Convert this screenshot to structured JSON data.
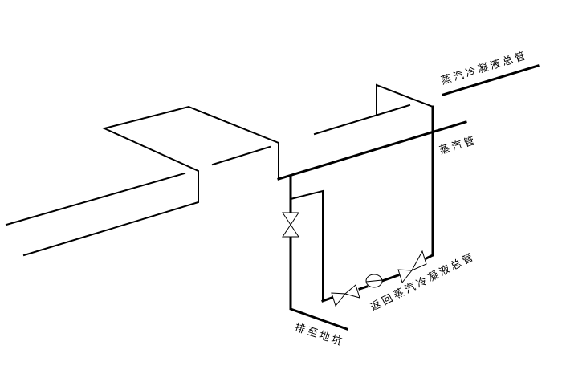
{
  "labels": {
    "condensate_main": "蒸汽冷凝液总管",
    "steam_pipe": "蒸汽管",
    "return_condensate": "返回蒸汽冷凝液总管",
    "drain_to_pit": "排至地坑"
  },
  "colors": {
    "line": "#000000",
    "background": "#ffffff"
  }
}
